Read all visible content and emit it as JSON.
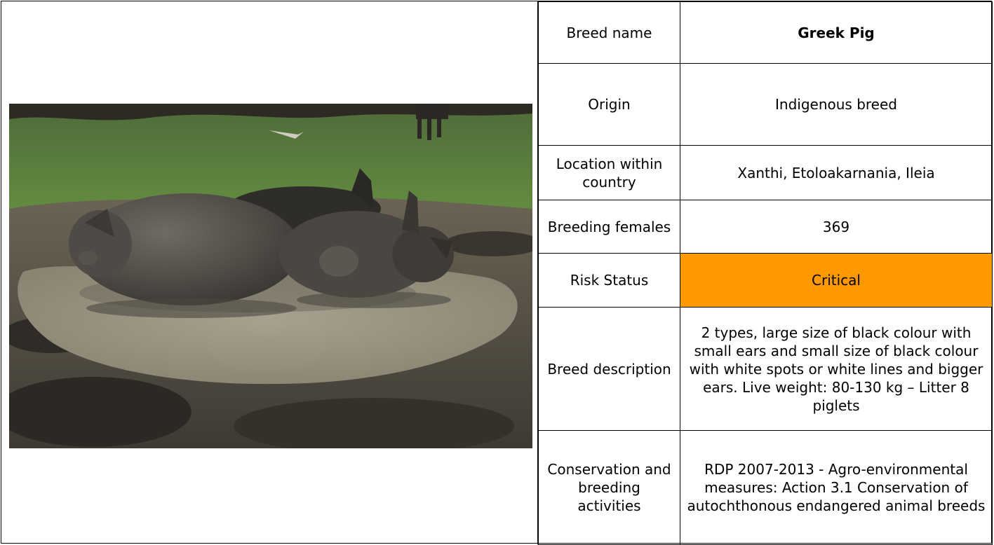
{
  "photo": {
    "alt": "Greek Pig"
  },
  "rows": [
    {
      "label": "Breed name",
      "value": "Greek Pig"
    },
    {
      "label": "Origin",
      "value": "Indigenous breed"
    },
    {
      "label": "Location within country",
      "value": "Xanthi, Etoloakarnania, Ileia"
    },
    {
      "label": "Breeding females",
      "value": "369"
    },
    {
      "label": "Risk Status",
      "value": "Critical"
    },
    {
      "label": "Breed description",
      "value": "2 types, large size of black colour with small ears and small size of black colour with white spots or white lines and bigger ears. Live weight: 80-130 kg – Litter 8 piglets"
    },
    {
      "label": "Conservation and breeding activities",
      "value": "RDP 2007-2013 - Agro-environmental measures: Action 3.1 Conservation of autochthonous endangered animal breeds"
    }
  ],
  "colors": {
    "risk_critical": "#ff9900",
    "border": "#000000"
  }
}
